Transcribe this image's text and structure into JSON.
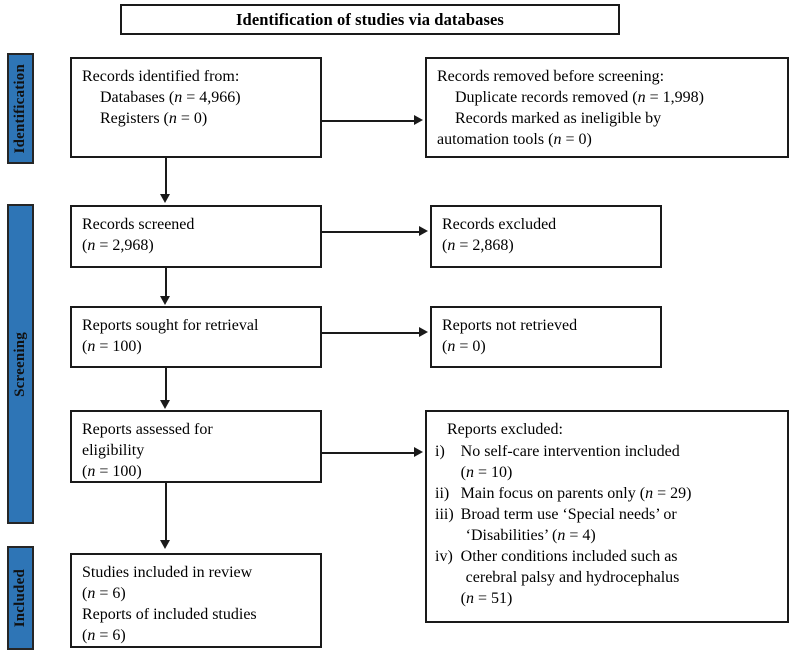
{
  "diagram": {
    "title": "Identification of studies via databases",
    "accent_color": "#2E75B6",
    "stages": [
      {
        "id": "identification",
        "label": "Identification"
      },
      {
        "id": "screening",
        "label": "Screening"
      },
      {
        "id": "included",
        "label": "Included"
      }
    ],
    "nodes": {
      "records_identified": {
        "line1": "Records identified from:",
        "line2": "Databases (n = 4,966)",
        "line3": "Registers (n = 0)"
      },
      "records_removed": {
        "line1": "Records removed before screening:",
        "line2": "Duplicate records removed (n = 1,998)",
        "line3": "Records marked as ineligible by",
        "line4": "automation tools (n = 0)"
      },
      "records_screened": {
        "line1": "Records screened",
        "line2": "(n = 2,968)"
      },
      "records_excluded": {
        "line1": "Records excluded",
        "line2": "(n = 2,868)"
      },
      "reports_sought": {
        "line1": "Reports sought for retrieval",
        "line2": "(n = 100)"
      },
      "reports_not_retrieved": {
        "line1": "Reports not retrieved",
        "line2": "(n = 0)"
      },
      "reports_assessed": {
        "line1": "Reports assessed for",
        "line2": "eligibility",
        "line3": "(n = 100)"
      },
      "reports_excluded": {
        "heading": "Reports excluded:",
        "items": [
          {
            "num": "i)",
            "text": "No self-care intervention included",
            "sub": "(n = 10)"
          },
          {
            "num": "ii)",
            "text": "Main focus on parents only (n = 29)",
            "sub": ""
          },
          {
            "num": "iii)",
            "text": "Broad term use ‘Special needs’ or",
            "sub": "‘Disabilities’ (n = 4)"
          },
          {
            "num": "iv)",
            "text": "Other conditions included such as",
            "sub": "cerebral palsy and hydrocephalus",
            "sub2": "(n = 51)"
          }
        ]
      },
      "studies_included": {
        "line1": "Studies included in review",
        "line2": "(n = 6)",
        "line3": "Reports of included studies",
        "line4": "(n = 6)"
      }
    }
  }
}
